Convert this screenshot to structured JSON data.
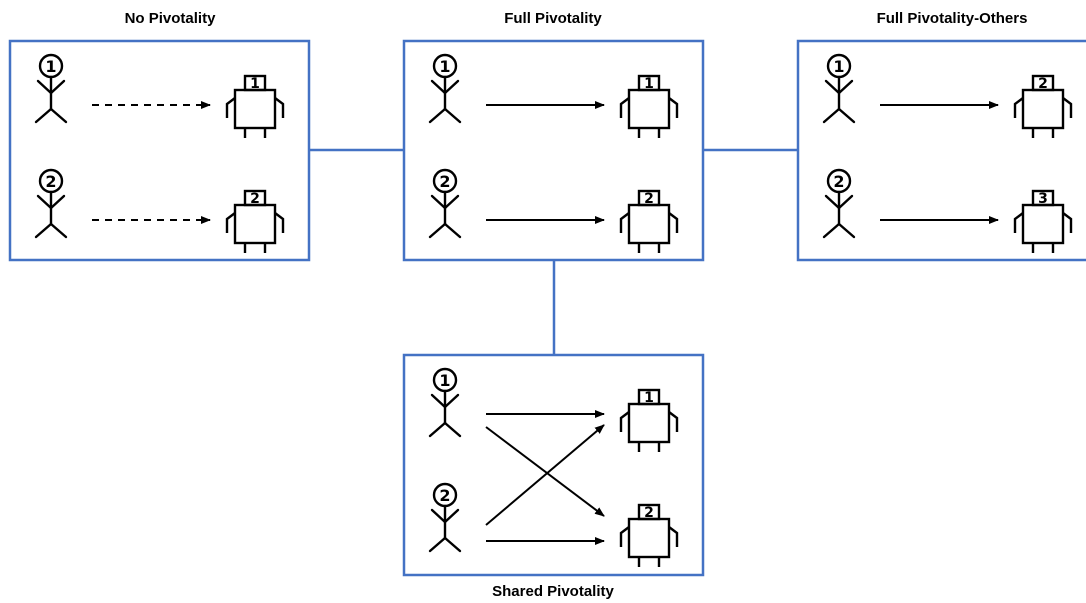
{
  "colors": {
    "frame": "#4472c4",
    "ink": "#000000",
    "background": "#ffffff"
  },
  "panels": {
    "no_pivotality": {
      "title": "No Pivotality",
      "arrow_style": "dashed",
      "rows": [
        {
          "person_label": "1",
          "robot_label": "1"
        },
        {
          "person_label": "2",
          "robot_label": "2"
        }
      ]
    },
    "full_pivotality": {
      "title": "Full Pivotality",
      "arrow_style": "solid",
      "rows": [
        {
          "person_label": "1",
          "robot_label": "1"
        },
        {
          "person_label": "2",
          "robot_label": "2"
        }
      ]
    },
    "full_pivotality_others": {
      "title": "Full Pivotality-Others",
      "arrow_style": "solid",
      "rows": [
        {
          "person_label": "1",
          "robot_label": "2"
        },
        {
          "person_label": "2",
          "robot_label": "3"
        }
      ]
    },
    "shared_pivotality": {
      "title": "Shared Pivotality",
      "arrow_style": "solid-crossed",
      "rows": [
        {
          "person_label": "1",
          "robot_label": "1"
        },
        {
          "person_label": "2",
          "robot_label": "2"
        }
      ]
    }
  }
}
